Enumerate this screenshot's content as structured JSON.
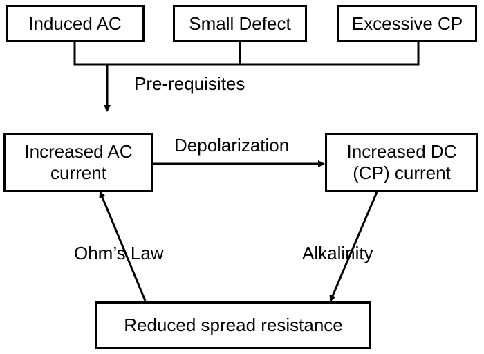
{
  "prerequisites": {
    "induced_ac": "Induced AC",
    "small_defect": "Small Defect",
    "excessive_cp": "Excessive CP",
    "label": "Pre-requisites"
  },
  "cycle": {
    "increased_ac_current": "Increased AC\ncurrent",
    "increased_dc_current": "Increased DC\n(CP)  current",
    "reduced_spread_resistance": "Reduced  spread  resistance"
  },
  "arrow_labels": {
    "depolarization": "Depolarization",
    "alkalinity": "Alkalinity",
    "ohms_law": "Ohm’s Law"
  },
  "colors": {
    "line": "#000000",
    "background": "#ffffff"
  }
}
